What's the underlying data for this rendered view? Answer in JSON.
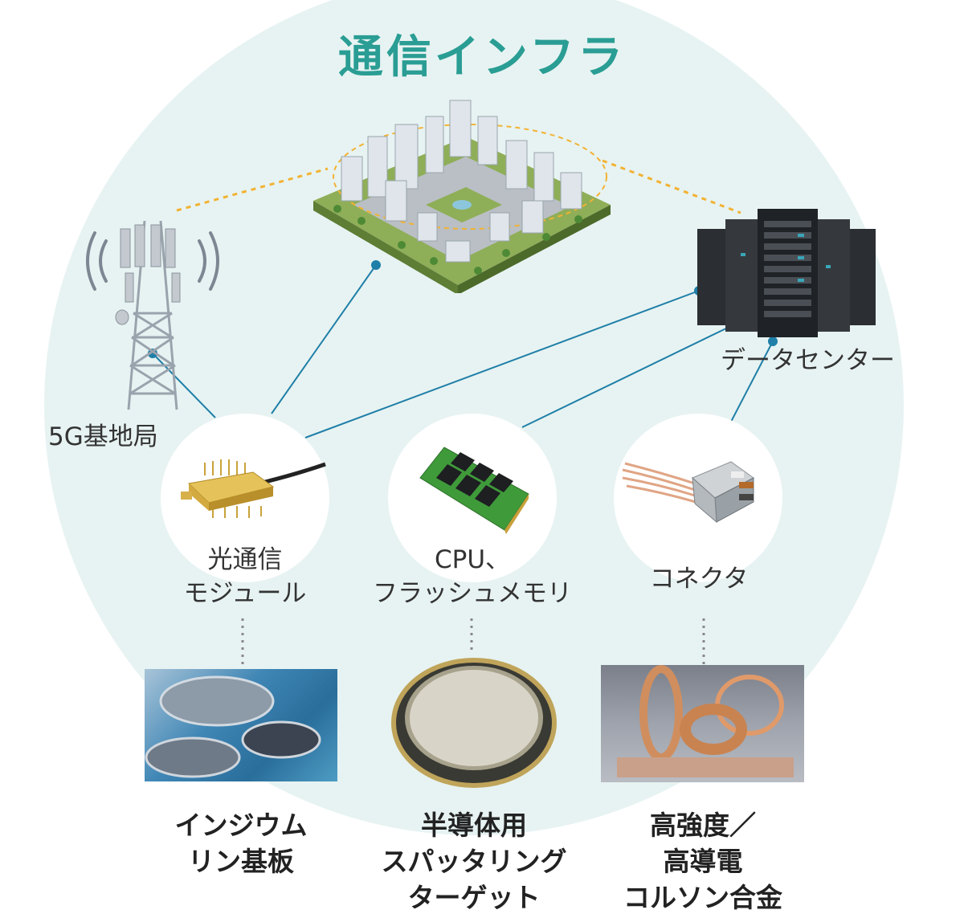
{
  "title": "通信インフラ",
  "nodes": {
    "base_station": "5G基地局",
    "data_center": "データセンター",
    "optical_module": [
      "光通信",
      "モジュール"
    ],
    "cpu_flash": [
      "CPU、",
      "フラッシュメモリ"
    ],
    "connector": "コネクタ"
  },
  "materials": {
    "inp": [
      "インジウム",
      "リン基板"
    ],
    "sputter": [
      "半導体用",
      "スパッタリング",
      "ターゲット"
    ],
    "copper": [
      "高強度／",
      "高導電",
      "コルソン合金"
    ]
  },
  "colors": {
    "accent": "#2a9d94",
    "background_circle": "#e7f3f2",
    "link_line": "#1f7fa8",
    "dashed_line": "#f2b233"
  }
}
